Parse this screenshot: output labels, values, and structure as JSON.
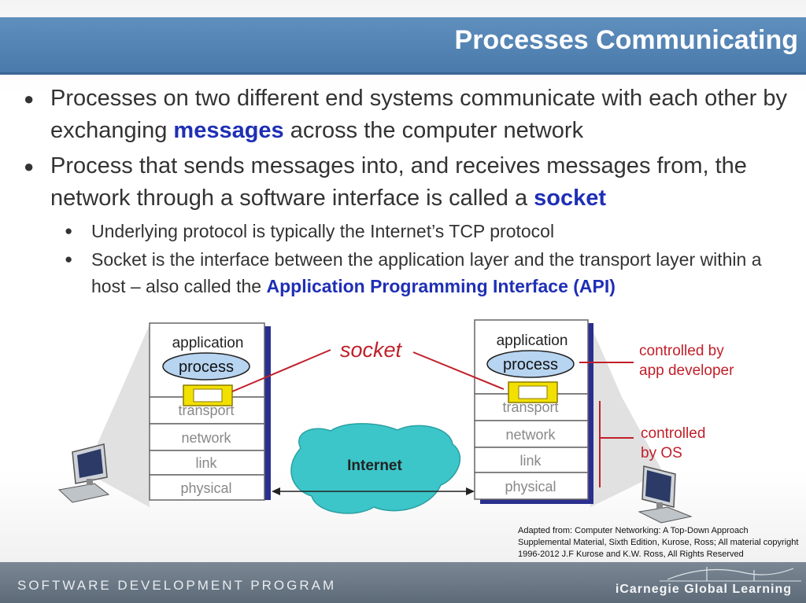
{
  "title": "Processes Communicating",
  "bullets": {
    "b1": {
      "pre": "Processes on two different end systems communicate with each other by exchanging ",
      "em": "messages",
      "post": " across the computer network"
    },
    "b2": {
      "pre": "Process that sends messages into, and receives messages from, the network through a software interface is called a ",
      "em": "socket"
    },
    "sub1": "Underlying protocol is typically the Internet’s TCP protocol",
    "sub2": {
      "pre": "Socket is the interface between the application layer and the transport layer within a host – also called the ",
      "em": "Application Programming Interface (API)"
    }
  },
  "diagram": {
    "stack_left": [
      "application",
      "process",
      "transport",
      "network",
      "link",
      "physical"
    ],
    "stack_right": [
      "application",
      "process",
      "transport",
      "network",
      "link",
      "physical"
    ],
    "socket_label": "socket",
    "internet_label": "Internet",
    "controlled_app": [
      "controlled by",
      "app developer"
    ],
    "controlled_os": [
      "controlled",
      "by OS"
    ]
  },
  "attribution": "Adapted from: Computer Networking: A Top-Down Approach Supplemental Material, Sixth Edition, Kurose, Ross; All material copyright 1996-2012 J.F Kurose and K.W. Ross, All Rights Reserved",
  "footer": {
    "left": "SOFTWARE DEVELOPMENT PROGRAM",
    "right": "iCarnegie Global Learning"
  },
  "colors": {
    "title_bar": "#5a8ab9",
    "highlight": "#1f2fb5",
    "callout_red": "#c0202a",
    "internet_cloud": "#3cc6c9",
    "socket_yellow": "#f2e000"
  }
}
